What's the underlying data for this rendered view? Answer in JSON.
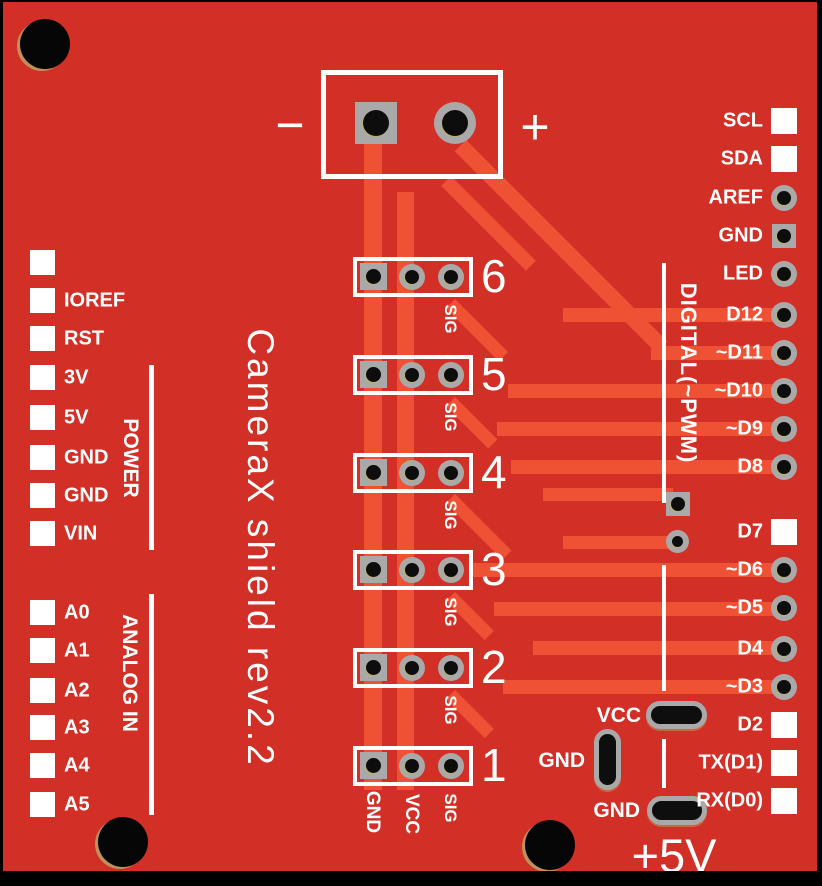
{
  "board_title": "CameraX shield rev2.2",
  "colors": {
    "board_red": "#d22f27",
    "trace_orange": "#ee5133",
    "silkscreen_white": "#ffffff",
    "pad_gray": "#a9a9a9",
    "hole_black": "#0d0d0d",
    "frame_black": "#000000"
  },
  "battery": {
    "minus_label": "−",
    "plus_label": "+"
  },
  "power_header": {
    "group_label": "POWER",
    "pins": [
      "",
      "IOREF",
      "RST",
      "3V",
      "5V",
      "GND",
      "GND",
      "VIN"
    ]
  },
  "analog_header": {
    "group_label": "ANALOG IN",
    "pins": [
      "A0",
      "A1",
      "A2",
      "A3",
      "A4",
      "A5"
    ]
  },
  "digital_header": {
    "group_label": "DIGITAL(~PWM)",
    "pins": [
      "SCL",
      "SDA",
      "AREF",
      "GND",
      "LED",
      "D12",
      "~D11",
      "~D10",
      "~D9",
      "D8",
      "D7",
      "~D6",
      "~D5",
      "D4",
      "~D3",
      "D2",
      "TX(D1)",
      "RX(D0)"
    ]
  },
  "servo_connectors": {
    "rows": [
      {
        "num": "6",
        "sig_label": "SIG"
      },
      {
        "num": "5",
        "sig_label": "SIG"
      },
      {
        "num": "4",
        "sig_label": "SIG"
      },
      {
        "num": "3",
        "sig_label": "SIG"
      },
      {
        "num": "2",
        "sig_label": "SIG"
      },
      {
        "num": "1",
        "sig_label": "SIG"
      }
    ],
    "pin1_label": "GND",
    "pin2_label": "VCC"
  },
  "bottom_right": {
    "vcc_label": "VCC",
    "gnd_side_label": "GND",
    "gnd_bottom_label": "GND",
    "rail_label": "+5V"
  }
}
